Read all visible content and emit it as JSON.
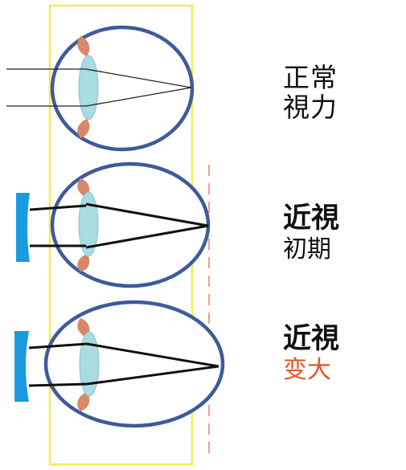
{
  "labels": {
    "normal_line1": "正常",
    "normal_line2": "視力",
    "early_title": "近視",
    "early_sub": "初期",
    "advanced_title": "近視",
    "advanced_sub": "变大"
  },
  "colors": {
    "eye_outline": "#3e5a9c",
    "lens": "#a8dce0",
    "iris": "#d88768",
    "frame": "#f4ec50",
    "glasses": "#1a9be0",
    "retina_line": "#e88a70",
    "highlight_text": "#e2542c",
    "text": "#111111"
  }
}
